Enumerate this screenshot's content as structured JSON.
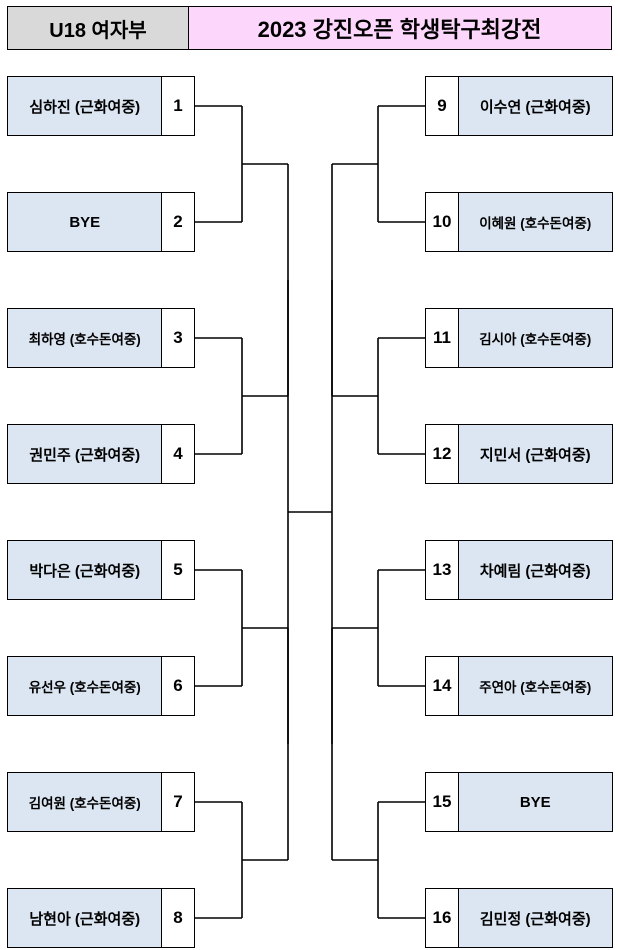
{
  "header": {
    "division": "U18 여자부",
    "title": "2023 강진오픈 학생탁구최강전",
    "division_bg": "#d9d9d9",
    "title_bg": "#fdd6fb"
  },
  "colors": {
    "name_box_bg": "#dce6f2",
    "num_box_bg": "#ffffff",
    "line": "#000000",
    "text": "#000000"
  },
  "bracket": {
    "type": "single-elimination",
    "size": 16,
    "left": [
      {
        "seed": "1",
        "name": "심하진 (근화여중)"
      },
      {
        "seed": "2",
        "name": "BYE"
      },
      {
        "seed": "3",
        "name": "최하영 (호수돈여중)"
      },
      {
        "seed": "4",
        "name": "권민주 (근화여중)"
      },
      {
        "seed": "5",
        "name": "박다은 (근화여중)"
      },
      {
        "seed": "6",
        "name": "유선우 (호수돈여중)"
      },
      {
        "seed": "7",
        "name": "김여원 (호수돈여중)"
      },
      {
        "seed": "8",
        "name": "남현아 (근화여중)"
      }
    ],
    "right": [
      {
        "seed": "9",
        "name": "이수연 (근화여중)"
      },
      {
        "seed": "10",
        "name": "이혜원 (호수돈여중)"
      },
      {
        "seed": "11",
        "name": "김시아 (호수돈여중)"
      },
      {
        "seed": "12",
        "name": "지민서 (근화여중)"
      },
      {
        "seed": "13",
        "name": "차예림 (근화여중)"
      },
      {
        "seed": "14",
        "name": "주연아 (호수돈여중)"
      },
      {
        "seed": "15",
        "name": "BYE"
      },
      {
        "seed": "16",
        "name": "김민정 (근화여중)"
      }
    ]
  }
}
